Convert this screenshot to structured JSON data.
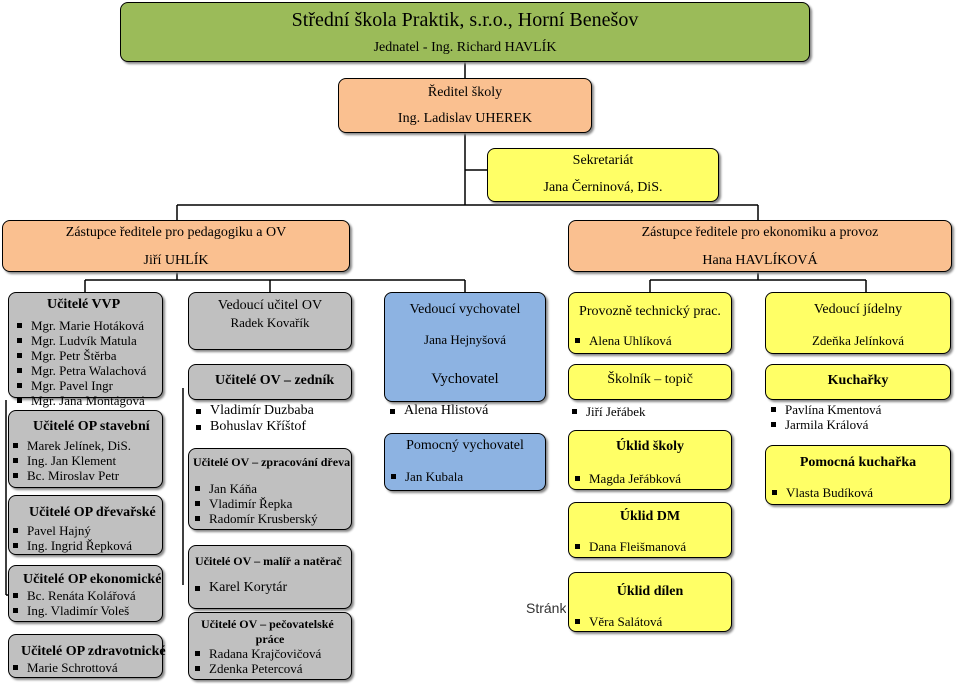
{
  "top": {
    "title": "Střední škola Praktik, s.r.o., Horní Benešov",
    "subtitle": "Jednatel - Ing. Richard HAVLÍK"
  },
  "director": {
    "title": "Ředitel školy",
    "name": "Ing. Ladislav UHEREK"
  },
  "secretariat": {
    "title": "Sekretariát",
    "name": "Jana Černinová, DiS."
  },
  "deputy_ped": {
    "title": "Zástupce ředitele pro pedagogiku a OV",
    "name": "Jiří UHLÍK"
  },
  "deputy_eco": {
    "title": "Zástupce ředitele pro ekonomiku a provoz",
    "name": "Hana HAVLÍKOVÁ"
  },
  "col1": {
    "vvp_title": "Učitelé VVP",
    "vvp": [
      "Mgr. Marie Hotáková",
      "Mgr. Ludvík Matula",
      "Mgr. Petr Štěrba",
      "Mgr. Petra Walachová",
      "Mgr. Pavel Ingr",
      "Mgr. Jana Montágová"
    ],
    "stavebni_title": "Učitelé OP stavební",
    "stavebni": [
      "Marek Jelínek, DiS.",
      "Ing. Jan Klement",
      "Bc. Miroslav Petr"
    ],
    "drevarske_title": "Učitelé OP dřevařské",
    "drevarske": [
      "Pavel Hajný",
      "Ing. Ingrid Řepková"
    ],
    "ekonomicke_title": "Učitelé OP ekonomické",
    "ekonomicke": [
      "Bc. Renáta Kolářová",
      "Ing. Vladimír Voleš"
    ],
    "zdravotnicke_title": "Učitelé OP zdravotnické",
    "zdravotnicke": [
      "Marie Schrottová"
    ]
  },
  "col2": {
    "head_title": "Vedoucí učitel OV",
    "head_name": "Radek Kovařík",
    "zednik_title": "Učitelé OV – zedník",
    "zednik": [
      "Vladimír Duzbaba",
      "Bohuslav Kříštof"
    ],
    "dreva_title": "Učitelé OV – zpracování dřeva",
    "dreva": [
      "Jan Káňa",
      "Vladimír Řepka",
      "Radomír Krusberský"
    ],
    "malir_title": "Učitelé OV – malíř a natěrač",
    "malir": [
      "Karel Korytár"
    ],
    "pecovatel_title_1": "Učitelé OV – pečovatelské",
    "pecovatel_title_2": "práce",
    "pecovatel": [
      "Radana Krajčovičová",
      "Zdenka Petercová"
    ]
  },
  "col3": {
    "head_title": "Vedoucí vychovatel",
    "head_name": "Jana Hejnyšová",
    "vychovatel_title": "Vychovatel",
    "vychovatel": [
      "Alena Hlistová"
    ],
    "pomocny_title": "Pomocný vychovatel",
    "pomocny": [
      "Jan Kubala"
    ]
  },
  "col4": {
    "head_title": "Provozně technický prac.",
    "head": [
      "Alena Uhlíková"
    ],
    "skolnik_title": "Školník – topič",
    "skolnik": [
      "Jiří Jeřábek"
    ],
    "uklid_skoly_title": "Úklid školy",
    "uklid_skoly": [
      "Magda Jeřábková"
    ],
    "uklid_dm_title": "Úklid DM",
    "uklid_dm": [
      "Dana Fleišmanová"
    ],
    "uklid_dilen_title": "Úklid dílen",
    "uklid_dilen": [
      "Věra Salátová"
    ]
  },
  "col5": {
    "head_title": "Vedoucí jídelny",
    "head_name": "Zdeňka Jelínková",
    "kucharky_title": "Kuchařky",
    "kucharky": [
      "Pavlína Kmentová",
      "Jarmila Králová"
    ],
    "pomocna_title": "Pomocná kuchařka",
    "pomocna": [
      "Vlasta Budíková"
    ]
  },
  "page_label": "Stránka",
  "colors": {
    "green": "#9bbb59",
    "orange": "#fac090",
    "gray": "#c0c0c0",
    "blue": "#8db3e2",
    "yellow": "#ffff66"
  }
}
